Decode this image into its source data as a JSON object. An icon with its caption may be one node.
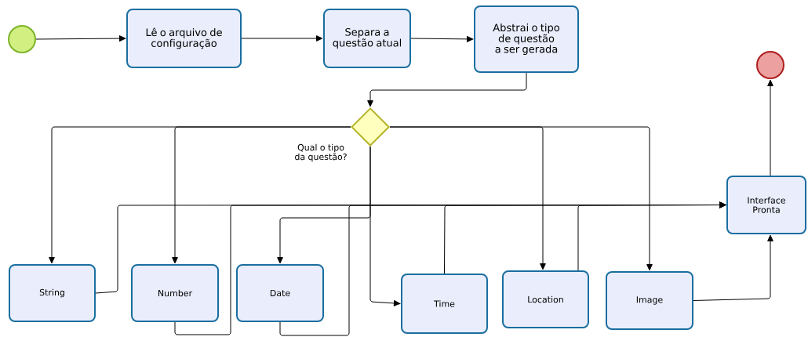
{
  "diagram": {
    "nodes": [
      {
        "text": [],
        "shape": "circle"
      },
      {
        "text": [
          "Lê o arquivo de configuração"
        ]
      },
      {
        "text": [
          "Separa a questão atual"
        ]
      },
      {
        "text": [
          "Abstrai o tipo de questão a ser gerada"
        ]
      },
      {
        "text": [],
        "shape": "diamond",
        "beside": [
          "Qual o tipo da questão?"
        ]
      },
      {
        "text": [
          "String"
        ]
      },
      {
        "text": [
          "Number"
        ]
      },
      {
        "text": [
          "Date"
        ]
      },
      {
        "text": [
          "Time"
        ]
      },
      {
        "text": [
          "Location"
        ]
      },
      {
        "text": [
          "Image"
        ]
      },
      {
        "text": [
          "Interface Pronta"
        ]
      },
      {
        "text": [],
        "shape": "circle"
      }
    ],
    "edges": [
      {
        "from": 0,
        "to": 1,
        "arrow": "to"
      },
      {
        "from": 1,
        "to": 2,
        "arrow": "to"
      },
      {
        "from": 2,
        "to": 3,
        "arrow": "to"
      },
      {
        "from": 3,
        "to": 4,
        "arrow": "to"
      },
      {
        "from": 4,
        "to": 5,
        "arrow": "to"
      },
      {
        "from": 4,
        "to": 6,
        "arrow": "to"
      },
      {
        "from": 4,
        "to": 7,
        "arrow": "to"
      },
      {
        "from": 4,
        "to": 8,
        "arrow": "to"
      },
      {
        "from": 4,
        "to": 9,
        "arrow": "to"
      },
      {
        "from": 4,
        "to": 10,
        "arrow": "to"
      },
      {
        "from": 5,
        "to": 11,
        "arrow": "to"
      },
      {
        "from": 6,
        "to": 11,
        "arrow": "to"
      },
      {
        "from": 7,
        "to": 11,
        "arrow": "to"
      },
      {
        "from": 8,
        "to": 11,
        "arrow": "to"
      },
      {
        "from": 9,
        "to": 11,
        "arrow": "to"
      },
      {
        "from": 10,
        "to": 11,
        "arrow": "to"
      },
      {
        "from": 11,
        "to": 12,
        "arrow": "to"
      }
    ]
  }
}
